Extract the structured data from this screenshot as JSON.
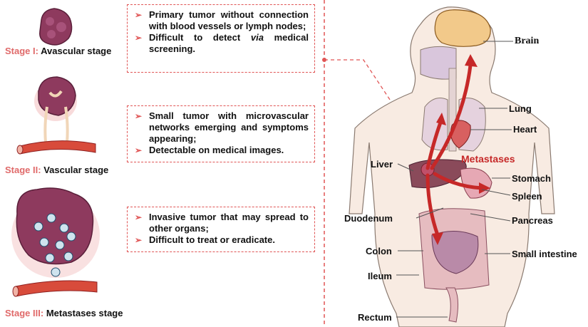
{
  "stages": [
    {
      "num": "Stage I:",
      "name": "Avascular stage"
    },
    {
      "num": "Stage II:",
      "name": "Vascular stage"
    },
    {
      "num": "Stage III:",
      "name": "Metastases stage"
    }
  ],
  "boxes": [
    {
      "items": [
        "Primary tumor without connection with blood vessels or lymph nodes;",
        "Difficult to detect <em>via</em> medical screening."
      ]
    },
    {
      "items": [
        "Small tumor with microvascular networks emerging and symptoms appearing;",
        "Detectable on medical images."
      ]
    },
    {
      "items": [
        "Invasive tumor that may spread to other organs;",
        "Difficult to treat or eradicate."
      ]
    }
  ],
  "organs": {
    "brain": "Brain",
    "lung": "Lung",
    "heart": "Heart",
    "liver": "Liver",
    "metastases": "Metastases",
    "stomach": "Stomach",
    "spleen": "Spleen",
    "duodenum": "Duodenum",
    "pancreas": "Pancreas",
    "colon": "Colon",
    "small_intestine": "Small intestine",
    "ileum": "Ileum",
    "rectum": "Rectum"
  },
  "colors": {
    "accent_red": "#e05555",
    "stage_pink": "#e06a6a",
    "tumor_purple": "#8e3a5e",
    "vessel_red": "#c0392b",
    "arrow_red": "#c62828"
  }
}
